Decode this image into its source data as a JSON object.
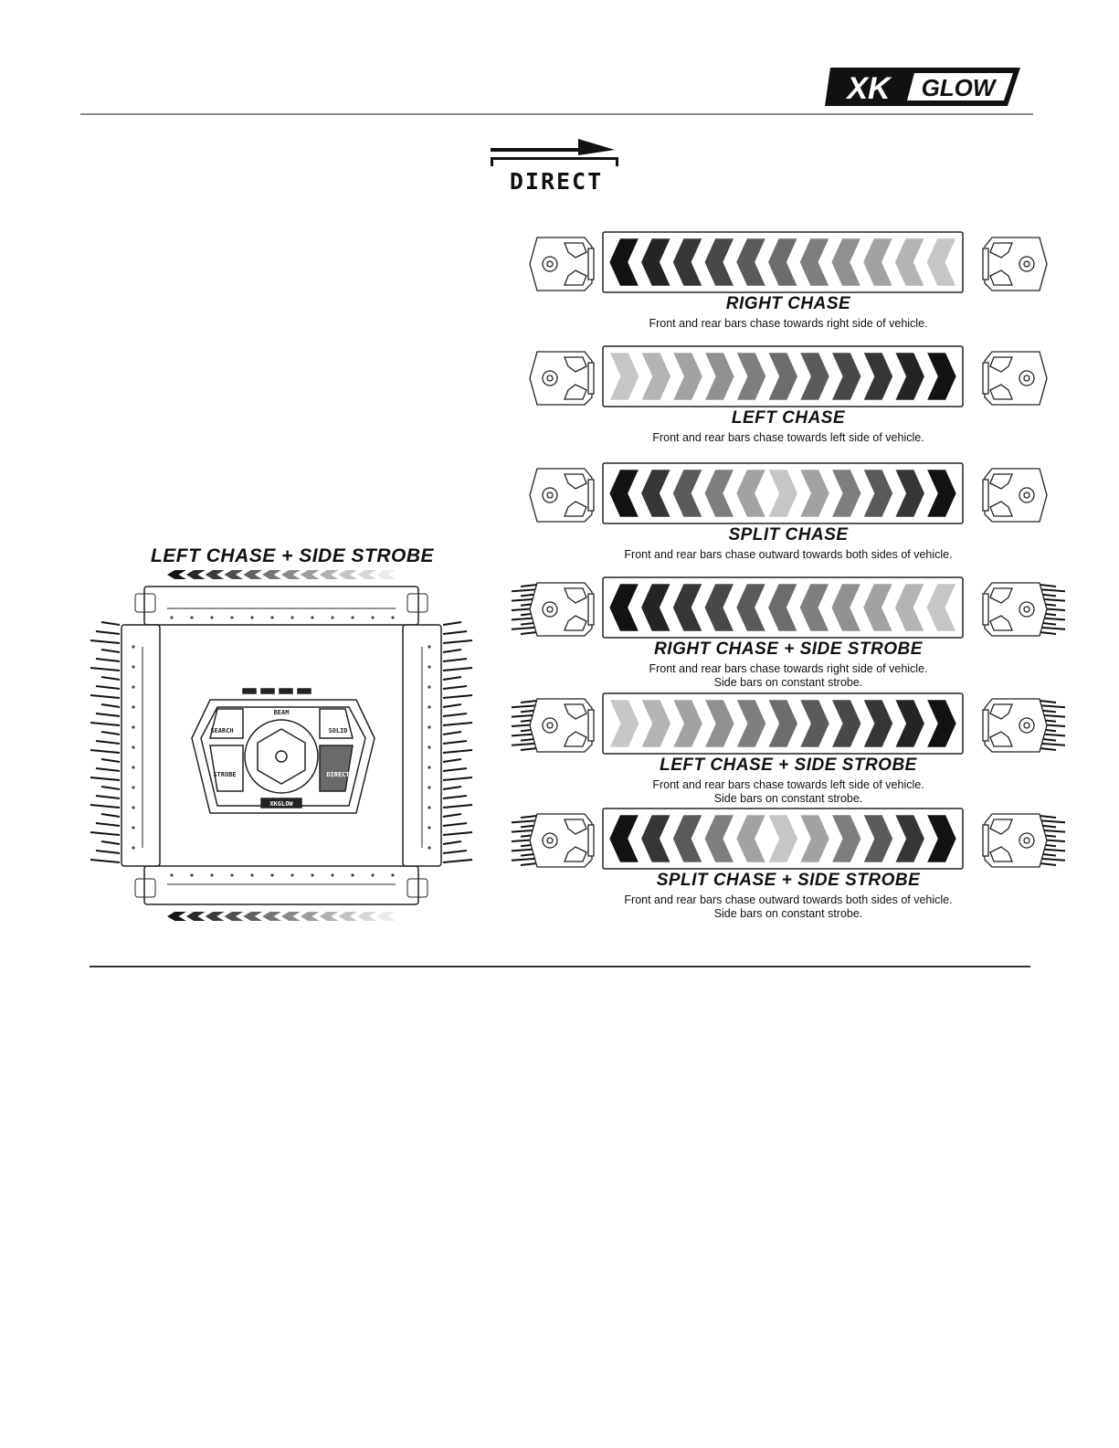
{
  "brand": {
    "logo_text": "XKGLOW"
  },
  "header": {
    "mode_label": "DIRECT"
  },
  "vehicle_diagram": {
    "title": "LEFT CHASE + SIDE STROBE",
    "controller": {
      "buttons": [
        "SEARCH",
        "SOLID",
        "STROBE",
        "DIRECT"
      ],
      "top_label": "BEAM",
      "logo_text": "XKGLOW"
    }
  },
  "modes": [
    {
      "title": "RIGHT CHASE",
      "description": "Front and rear bars chase towards right side of vehicle.",
      "pattern": "right",
      "strobe": false
    },
    {
      "title": "LEFT CHASE",
      "description": "Front and rear bars chase towards left side of vehicle.",
      "pattern": "left",
      "strobe": false
    },
    {
      "title": "SPLIT  CHASE",
      "description": "Front and rear bars chase outward towards both sides of vehicle.",
      "pattern": "split",
      "strobe": false
    },
    {
      "title": "RIGHT CHASE + SIDE STROBE",
      "description": "Front and rear bars chase towards right side of vehicle.\nSide bars on constant strobe.",
      "pattern": "right",
      "strobe": true
    },
    {
      "title": "LEFT CHASE + SIDE STROBE",
      "description": "Front and rear bars chase towards left side of vehicle.\nSide bars on constant strobe.",
      "pattern": "left",
      "strobe": true
    },
    {
      "title": "SPLIT  CHASE + SIDE STROBE",
      "description": "Front and rear bars chase outward towards both sides of vehicle.\nSide bars on constant strobe.",
      "pattern": "split",
      "strobe": true
    }
  ]
}
